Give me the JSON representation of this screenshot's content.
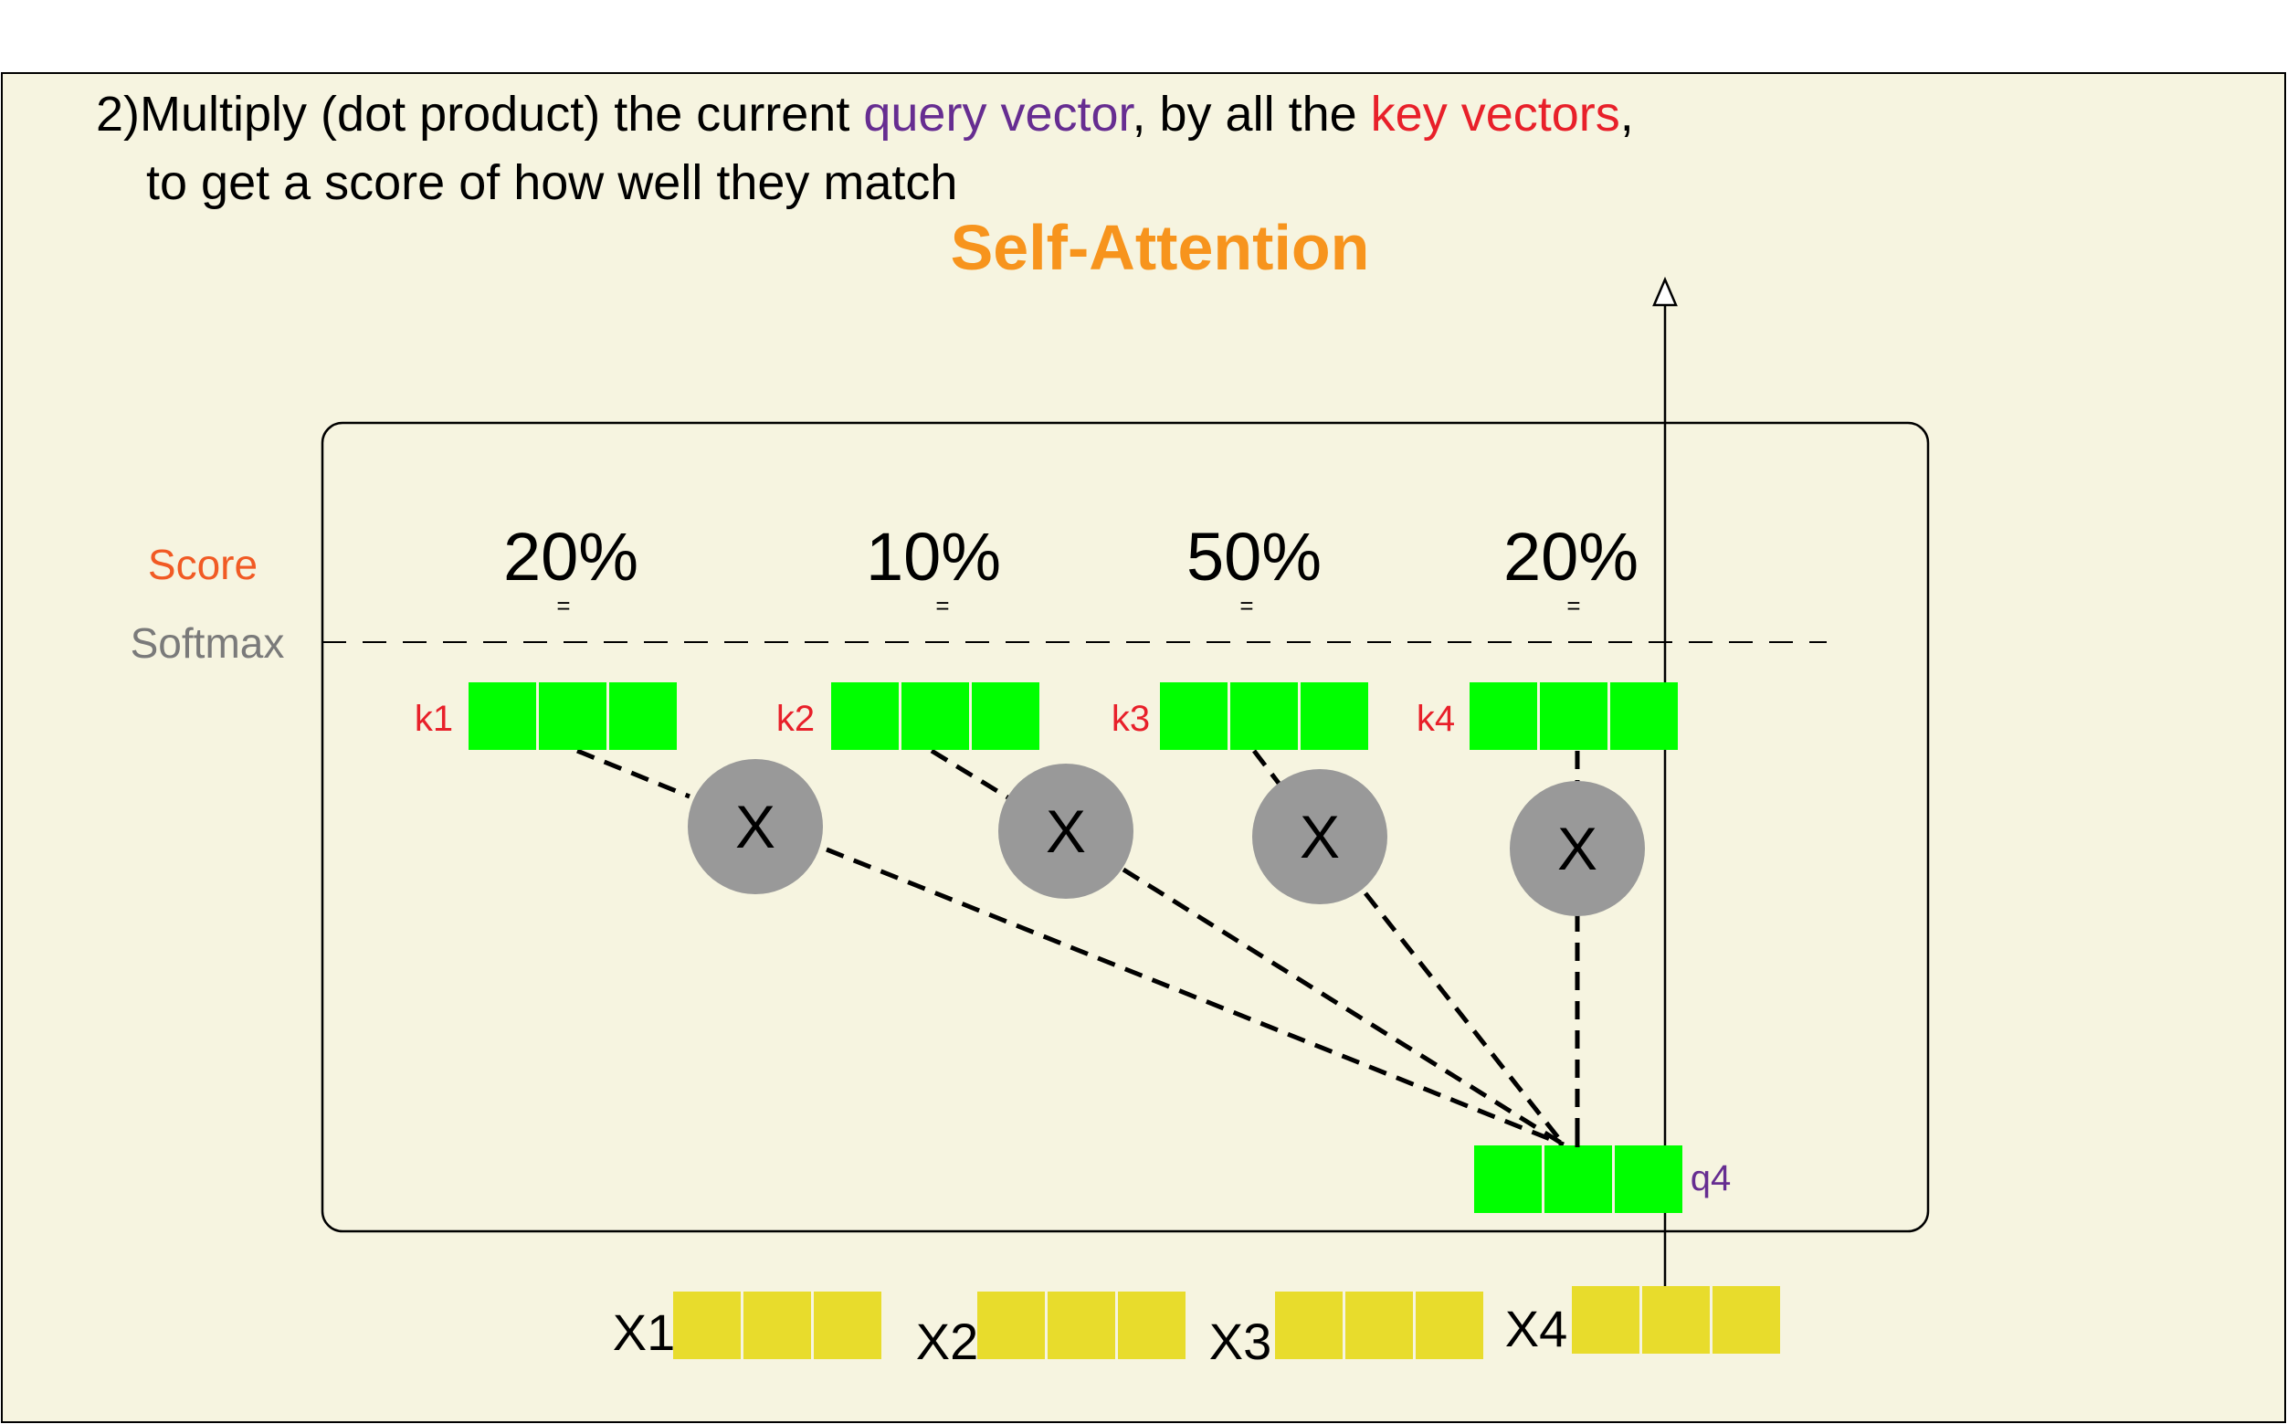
{
  "heading": {
    "step_prefix": "2)Multiply (dot product) the current ",
    "query_term": "query vector",
    "middle": ", by all the ",
    "key_term": "key vectors",
    "end": ",",
    "line2": "to get a score of how well they match"
  },
  "title": "Self-Attention",
  "labels": {
    "score": "Score",
    "softmax": "Softmax",
    "query_label": "q4",
    "multiply_symbol": "X",
    "equals": "="
  },
  "scores": [
    "20%",
    "10%",
    "50%",
    "20%"
  ],
  "keys": [
    "k1",
    "k2",
    "k3",
    "k4"
  ],
  "inputs": [
    "X1",
    "X2",
    "X3",
    "X4"
  ],
  "colors": {
    "panel_bg": "#f6f4e0",
    "key_color": "#e8202a",
    "query_color": "#662d91",
    "score_color": "#f15a24",
    "softmax_color": "#7a7a7a",
    "title_color": "#f7941d",
    "vector_green": "#00ff00",
    "input_yellow": "#e8dc2c",
    "circle_gray": "#999999"
  }
}
